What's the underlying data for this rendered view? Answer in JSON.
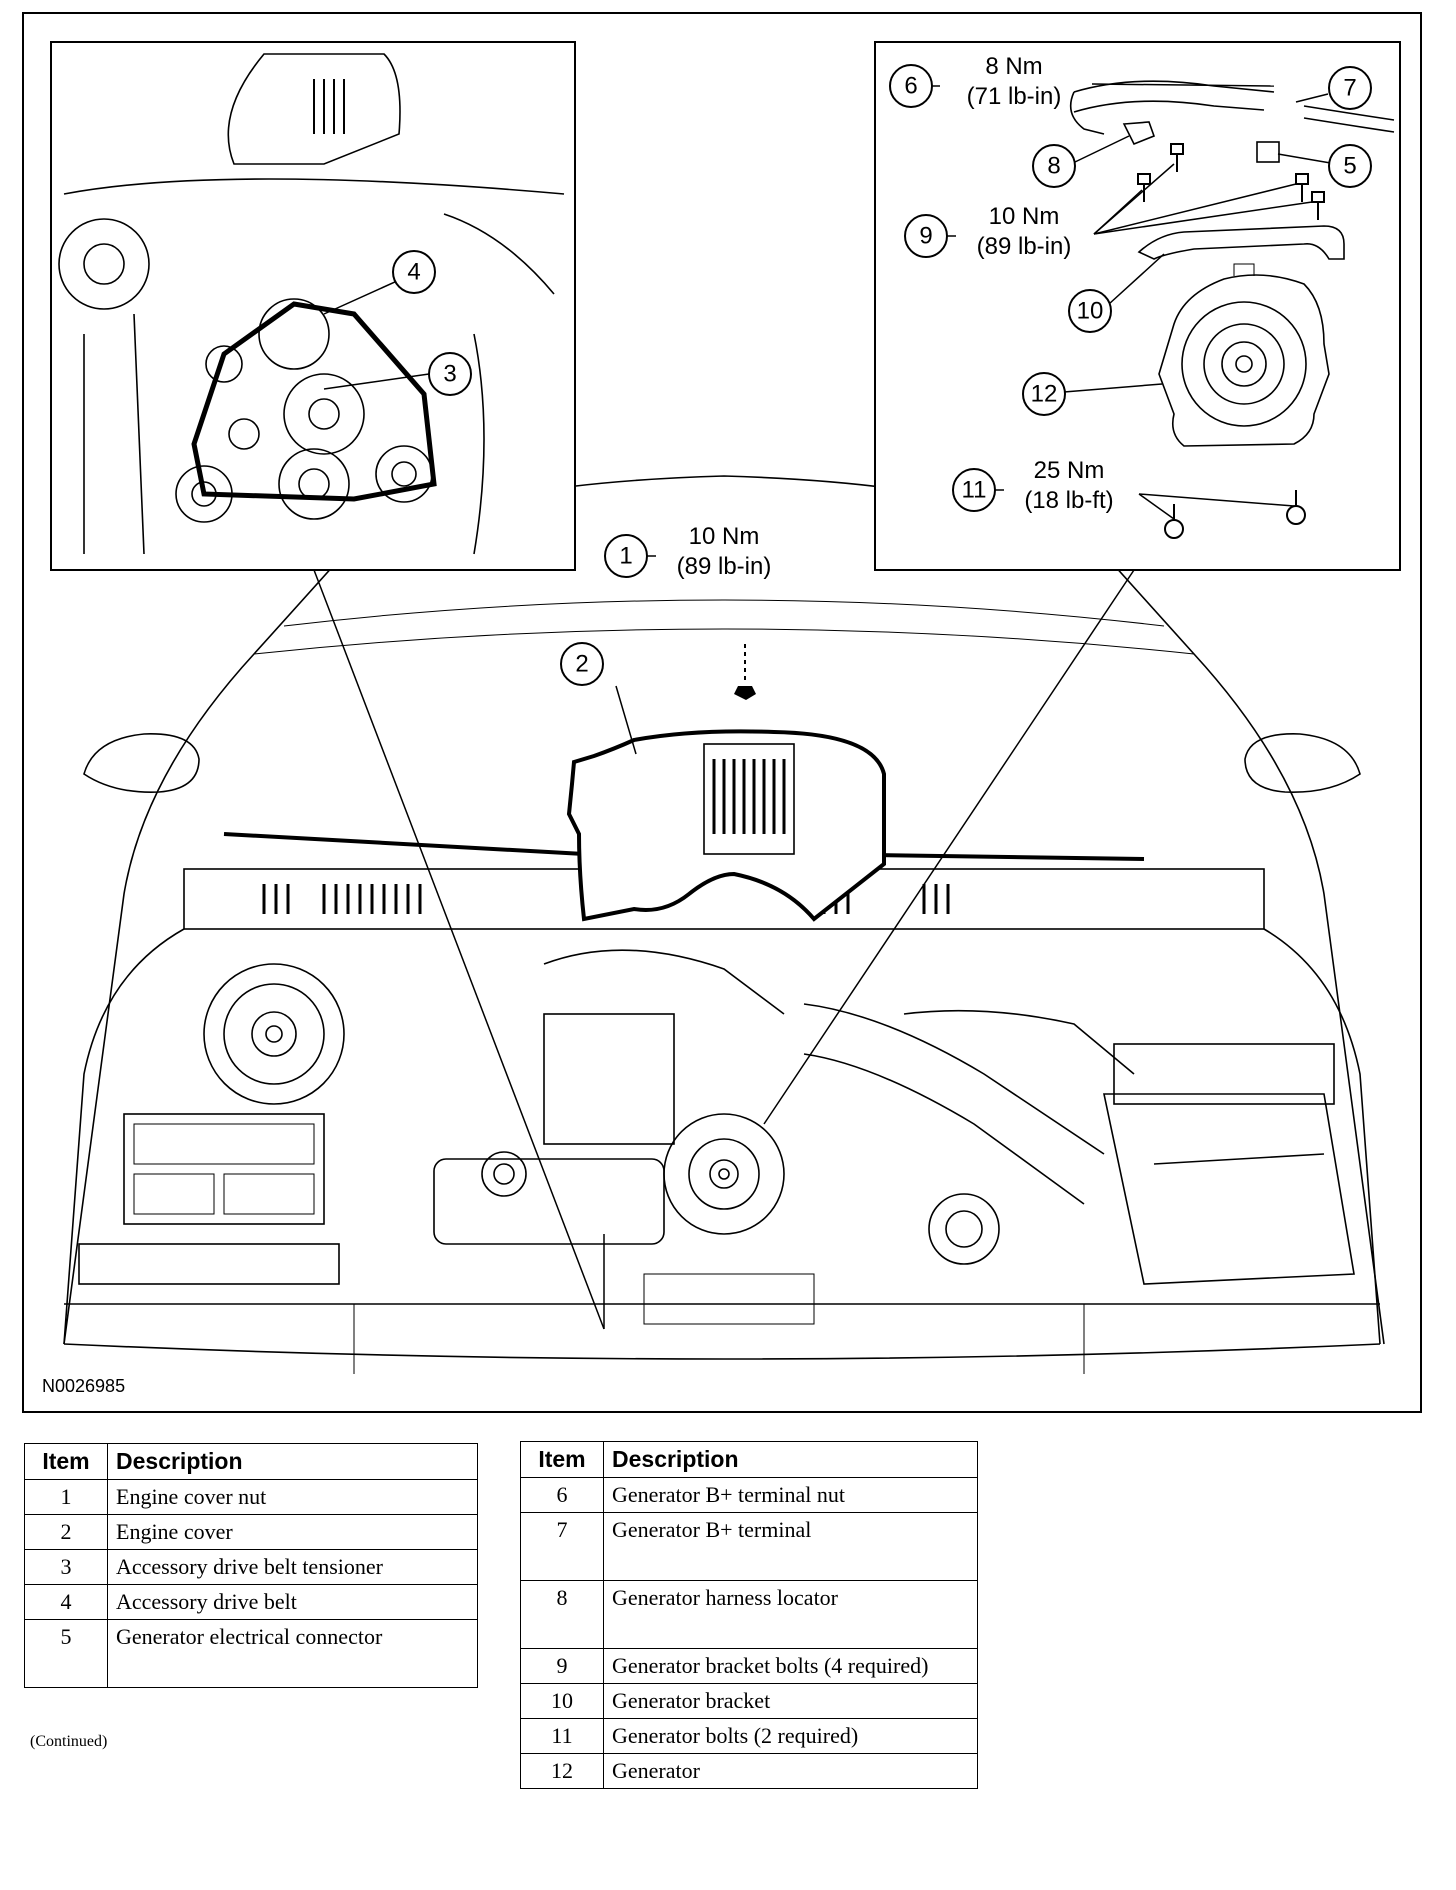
{
  "figure": {
    "figure_id": "N0026985",
    "callouts": [
      {
        "num": "1",
        "torque_nm": "10 Nm",
        "torque_imp": "(89 lb-in)"
      },
      {
        "num": "2"
      },
      {
        "num": "3"
      },
      {
        "num": "4"
      },
      {
        "num": "5"
      },
      {
        "num": "6",
        "torque_nm": "8 Nm",
        "torque_imp": "(71 lb-in)"
      },
      {
        "num": "7"
      },
      {
        "num": "8"
      },
      {
        "num": "9",
        "torque_nm": "10 Nm",
        "torque_imp": "(89 lb-in)"
      },
      {
        "num": "10"
      },
      {
        "num": "11",
        "torque_nm": "25 Nm",
        "torque_imp": "(18 lb-ft)"
      },
      {
        "num": "12"
      }
    ]
  },
  "legend": {
    "header_item": "Item",
    "header_description": "Description",
    "left_rows": [
      {
        "item": "1",
        "description": "Engine cover nut"
      },
      {
        "item": "2",
        "description": "Engine cover"
      },
      {
        "item": "3",
        "description": "Accessory drive belt tensioner"
      },
      {
        "item": "4",
        "description": "Accessory drive belt"
      },
      {
        "item": "5",
        "description": "Generator electrical connector"
      }
    ],
    "right_rows": [
      {
        "item": "6",
        "description": "Generator B+ terminal nut"
      },
      {
        "item": "7",
        "description": "Generator B+ terminal"
      },
      {
        "item": "8",
        "description": "Generator harness locator"
      },
      {
        "item": "9",
        "description": "Generator bracket bolts (4 required)"
      },
      {
        "item": "10",
        "description": "Generator bracket"
      },
      {
        "item": "11",
        "description": "Generator bolts (2 required)"
      },
      {
        "item": "12",
        "description": "Generator"
      }
    ],
    "continued_note": "(Continued)"
  }
}
